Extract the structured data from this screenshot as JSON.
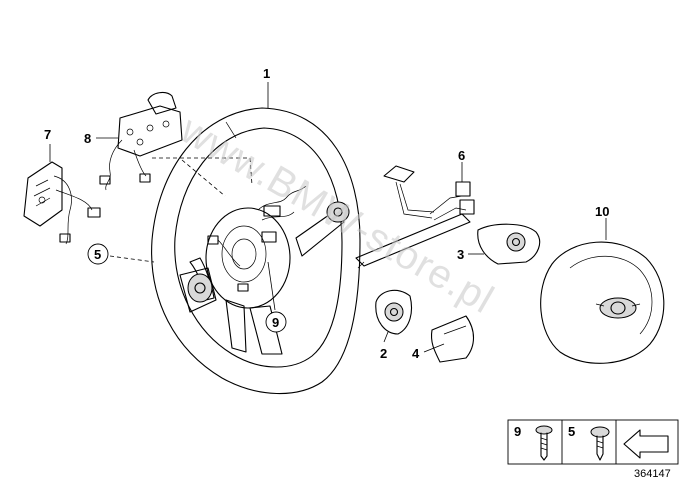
{
  "diagram": {
    "callouts": [
      {
        "id": "c1",
        "label": "1"
      },
      {
        "id": "c2",
        "label": "2"
      },
      {
        "id": "c3",
        "label": "3"
      },
      {
        "id": "c4",
        "label": "4"
      },
      {
        "id": "c5",
        "label": "5"
      },
      {
        "id": "c6",
        "label": "6"
      },
      {
        "id": "c7",
        "label": "7"
      },
      {
        "id": "c8",
        "label": "8"
      },
      {
        "id": "c9",
        "label": "9"
      },
      {
        "id": "c10",
        "label": "10"
      }
    ],
    "legend": {
      "item_9": "9",
      "item_5": "5"
    },
    "reference_number": "364147",
    "watermark": "www.BMW-store.pl"
  }
}
